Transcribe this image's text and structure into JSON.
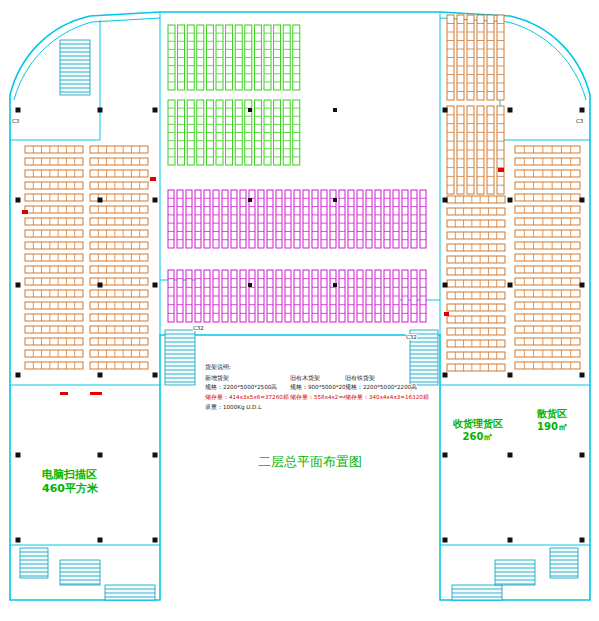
{
  "diagram": {
    "title": "二层总平面布置图",
    "nodes": [
      {
        "text": [
          "电脑扫描区",
          "460平方米"
        ]
      },
      {
        "text": [
          "收货理货区",
          "260㎡"
        ]
      },
      {
        "text": [
          "散货区",
          "190㎡"
        ]
      }
    ],
    "labels": [
      "货架说明:",
      "新增货架",
      "规格：2200*5000*2500高",
      "储存量：414x3x5x6=37260箱",
      "承重：1000Kg U.D.L",
      "旧有木货架",
      "规格：900*5000*2000高",
      "储存量：558x4x2=4464箱",
      "旧有铁货架",
      "规格：2200*5000*2200高",
      "储存量：340x4x4x3=16320箱",
      "C32",
      "C32",
      "C3",
      "C3"
    ]
  }
}
